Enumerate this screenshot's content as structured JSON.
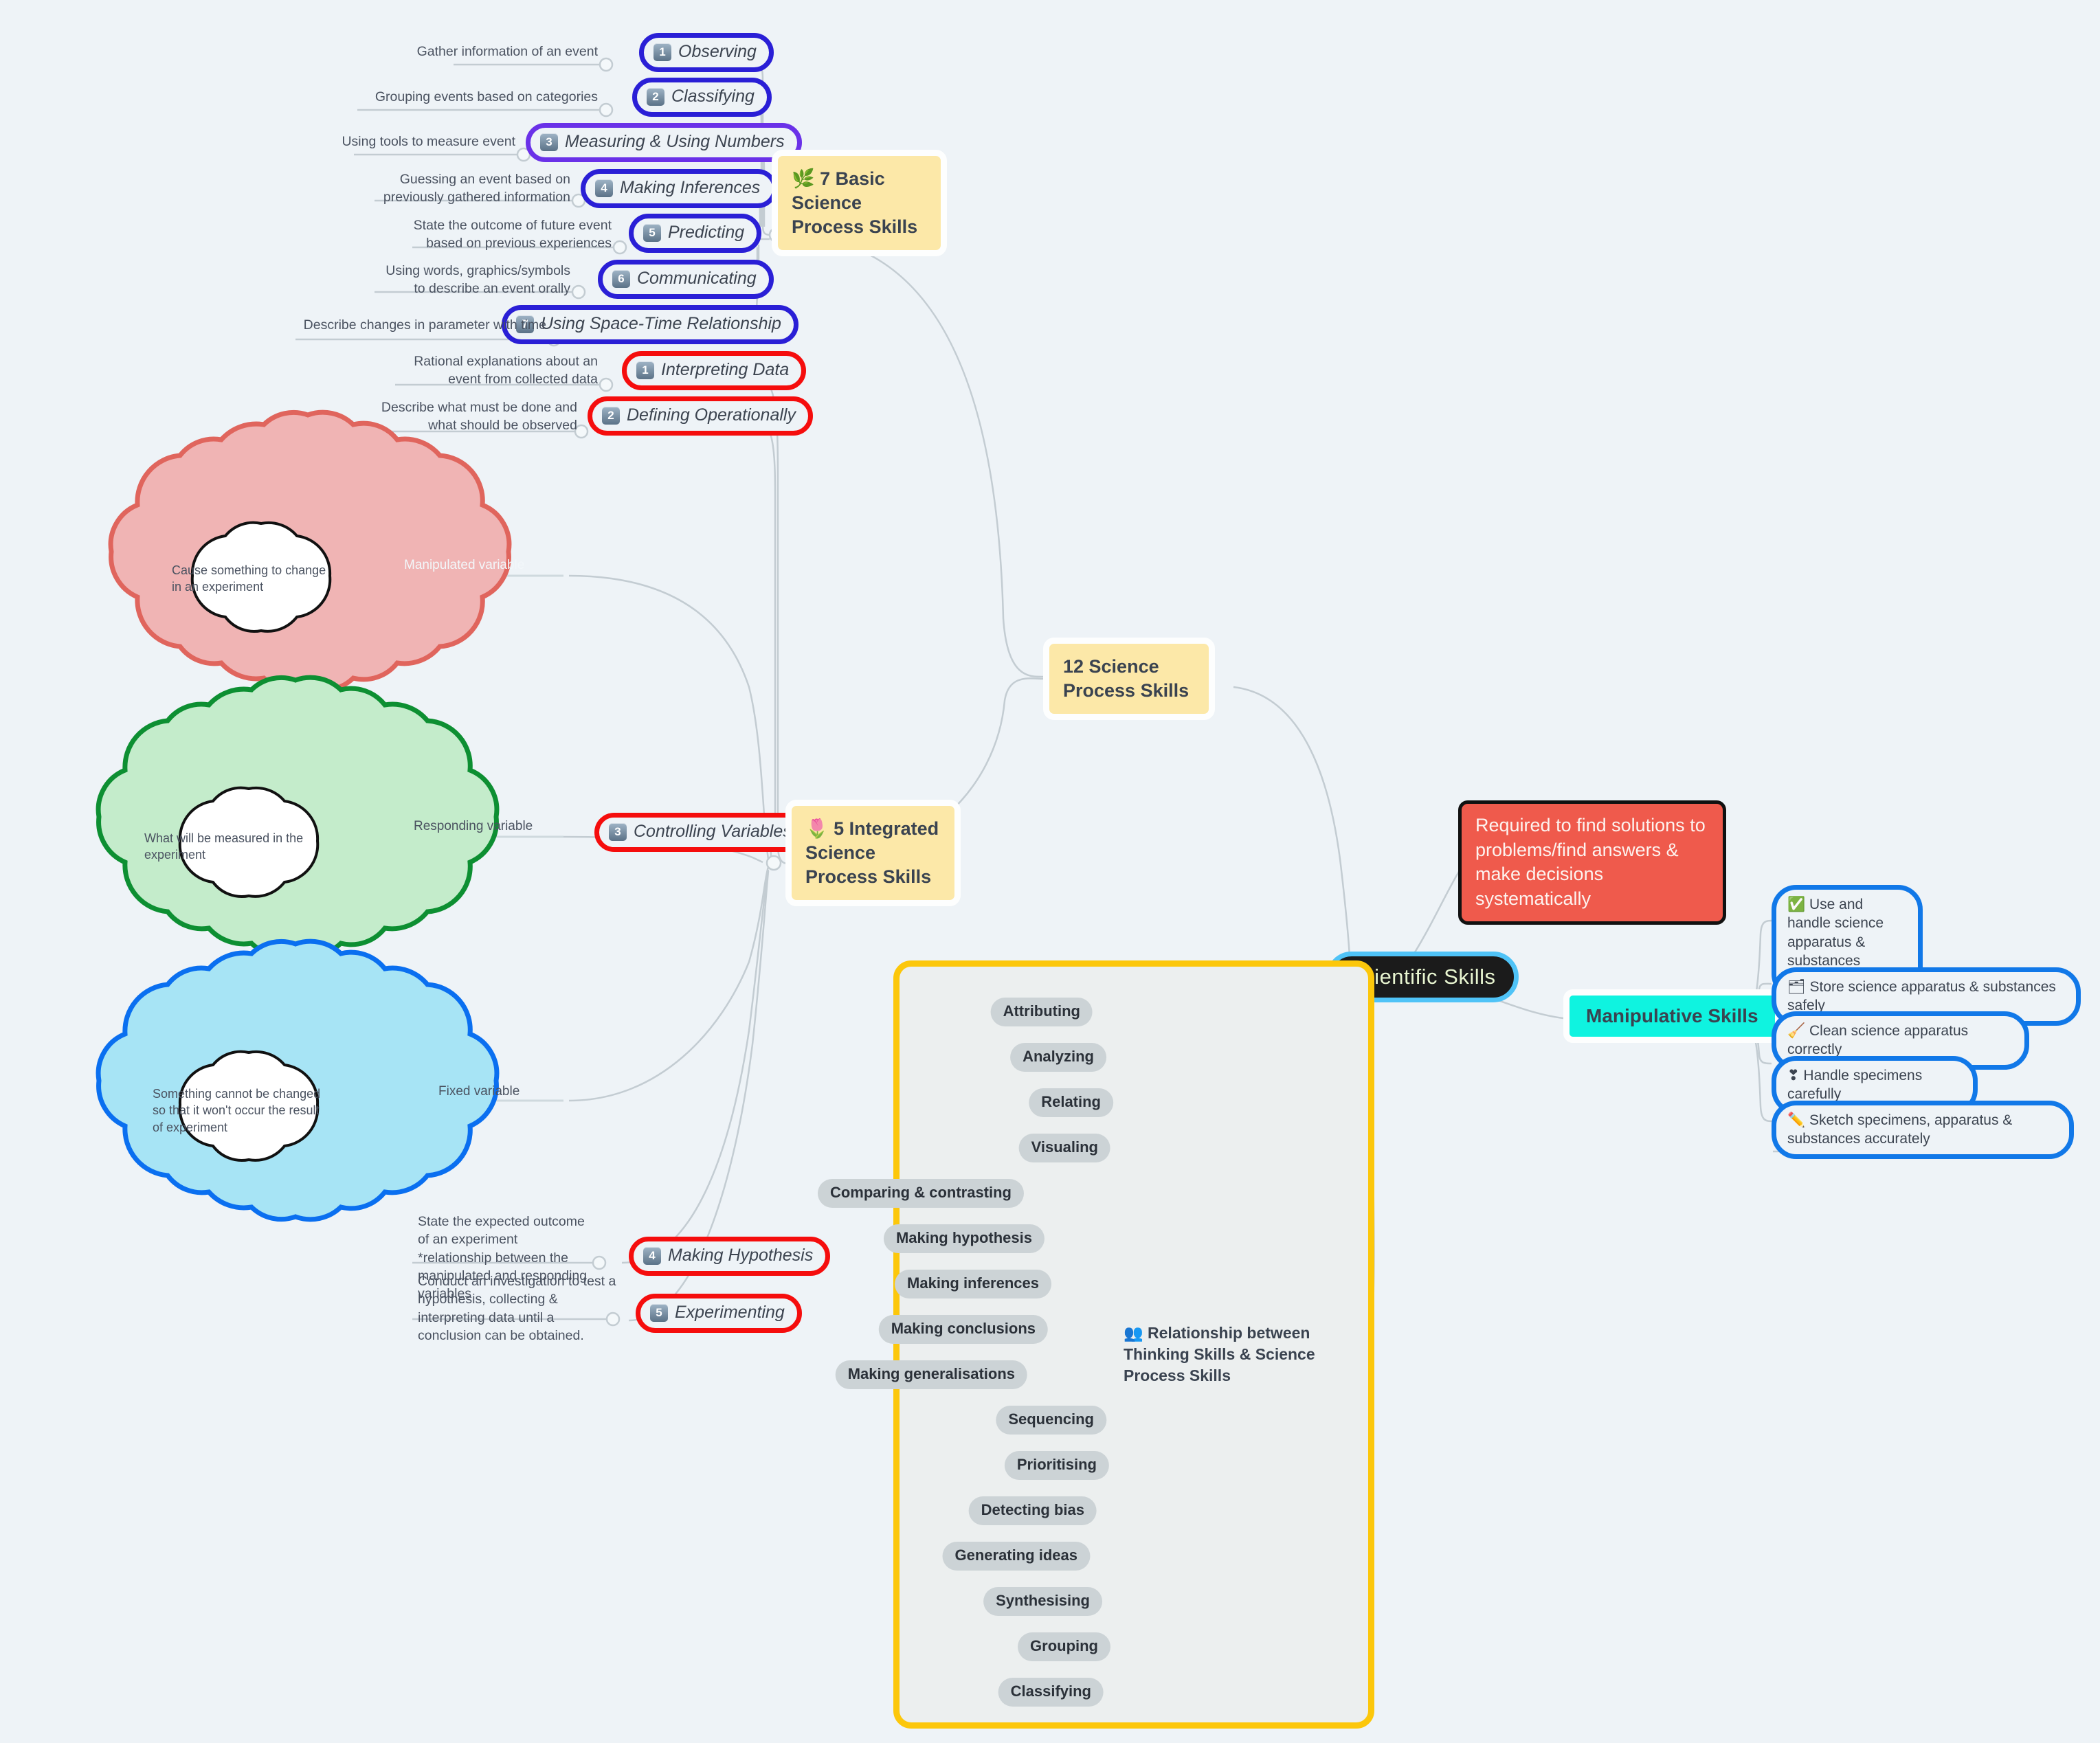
{
  "central": {
    "label": "Scientific Skills"
  },
  "purpose": {
    "text": "Required to find solutions to problems/find answers & make decisions systematically"
  },
  "categories": {
    "twelve": "12 Science Process Skills",
    "basic": "🌿 7 Basic Science Process Skills",
    "integrated": "🌷 5 Integrated Science Process Skills"
  },
  "basic_skills": [
    {
      "num": "1",
      "label": "Observing",
      "desc": "Gather information of an event"
    },
    {
      "num": "2",
      "label": "Classifying",
      "desc": "Grouping events based on categories"
    },
    {
      "num": "3",
      "label": "Measuring & Using Numbers",
      "desc": "Using tools to measure event"
    },
    {
      "num": "4",
      "label": "Making Inferences",
      "desc": "Guessing an event based on previously gathered information"
    },
    {
      "num": "5",
      "label": "Predicting",
      "desc": "State the outcome of future event based on previous experiences"
    },
    {
      "num": "6",
      "label": "Communicating",
      "desc": "Using words, graphics/symbols to describe an event orally"
    },
    {
      "num": "7",
      "label": "Using Space-Time Relationship",
      "desc": "Describe changes in parameter with time"
    }
  ],
  "integrated_skills": [
    {
      "num": "1",
      "label": "Interpreting Data",
      "desc": "Rational explanations about an event from collected data"
    },
    {
      "num": "2",
      "label": "Defining Operationally",
      "desc": "Describe what must be done and what should be observed"
    },
    {
      "num": "3",
      "label": "Controlling Variables",
      "desc": ""
    },
    {
      "num": "4",
      "label": "Making Hypothesis",
      "desc": "State the expected outcome of an experiment *relationship between the manipulated and responding variables"
    },
    {
      "num": "5",
      "label": "Experimenting",
      "desc": "Conduct an investigation to test a hypothesis, collecting & interpreting data until a conclusion can be obtained."
    }
  ],
  "variables": [
    {
      "name": "Manipulated variable",
      "desc": "Cause something to change in an experiment",
      "fill": "#f0b4b4",
      "stroke": "#e0655d"
    },
    {
      "name": "Responding variable",
      "desc": "What will be measured in the experiment",
      "fill": "#c4eccb",
      "stroke": "#0d8f32"
    },
    {
      "name": "Fixed variable",
      "desc": "Something cannot be changed so that it won't occur the result of experiment",
      "fill": "#a7e4f5",
      "stroke": "#0a6ff0"
    }
  ],
  "manipulative": {
    "label": "Manipulative Skills",
    "items": [
      "✅ Use and handle science apparatus & substances correctly",
      "🗂 Store science apparatus & substances safely",
      "🧹 Clean science apparatus correctly",
      "❣ Handle specimens carefully",
      "✏️ Sketch specimens, apparatus & substances accurately"
    ]
  },
  "thinking": {
    "label": "👥 Relationship between Thinking Skills & Science Process Skills",
    "items": [
      "Attributing",
      "Analyzing",
      "Relating",
      "Visualing",
      "Comparing & contrasting",
      "Making hypothesis",
      "Making inferences",
      "Making conclusions",
      "Making generalisations",
      "Sequencing",
      "Prioritising",
      "Detecting bias",
      "Generating ideas",
      "Synthesising",
      "Grouping",
      "Classifying"
    ]
  },
  "colors": {
    "background": "#eef3f7",
    "accent_yellow": "#fce8a8",
    "accent_cyan": "#0ff3e0",
    "accent_red": "#ef5a4c",
    "basic_border": "#2a1fd6",
    "integrated_border": "#f50d0d",
    "manip_border": "#1178e8",
    "frame_border": "#fcc70b"
  }
}
